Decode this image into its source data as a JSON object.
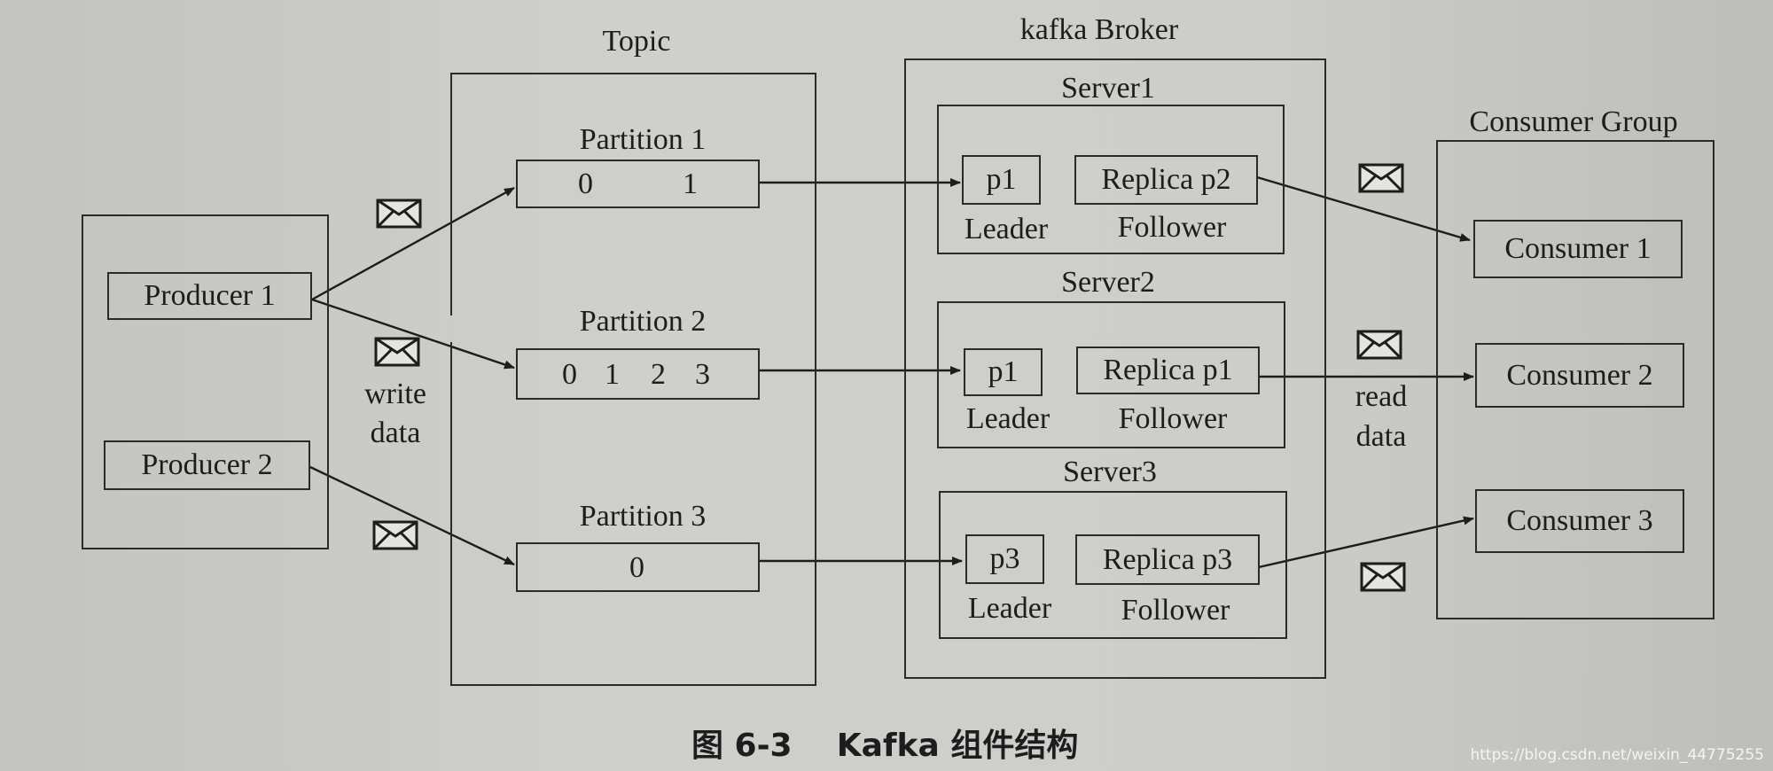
{
  "topic": {
    "title": "Topic",
    "partitions": [
      {
        "label": "Partition 1",
        "offsets": [
          "0",
          "1"
        ]
      },
      {
        "label": "Partition 2",
        "offsets": [
          "0",
          "1",
          "2",
          "3"
        ]
      },
      {
        "label": "Partition 3",
        "offsets": [
          "0"
        ]
      }
    ]
  },
  "producers": [
    "Producer 1",
    "Producer 2"
  ],
  "write_label": [
    "write",
    "data"
  ],
  "broker": {
    "title": "kafka Broker",
    "servers": [
      {
        "name": "Server1",
        "leader": "p1",
        "leader_role": "Leader",
        "replica": "Replica p2",
        "replica_role": "Follower"
      },
      {
        "name": "Server2",
        "leader": "p1",
        "leader_role": "Leader",
        "replica": "Replica p1",
        "replica_role": "Follower"
      },
      {
        "name": "Server3",
        "leader": "p3",
        "leader_role": "Leader",
        "replica": "Replica p3",
        "replica_role": "Follower"
      }
    ]
  },
  "consumer_group": {
    "title": "Consumer Group",
    "consumers": [
      "Consumer 1",
      "Consumer 2",
      "Consumer 3"
    ]
  },
  "read_label": [
    "read",
    "data"
  ],
  "caption": "图 6-3    Kafka 组件结构",
  "watermark": "https://blog.csdn.net/weixin_44775255",
  "icons": [
    "envelope-icon"
  ]
}
